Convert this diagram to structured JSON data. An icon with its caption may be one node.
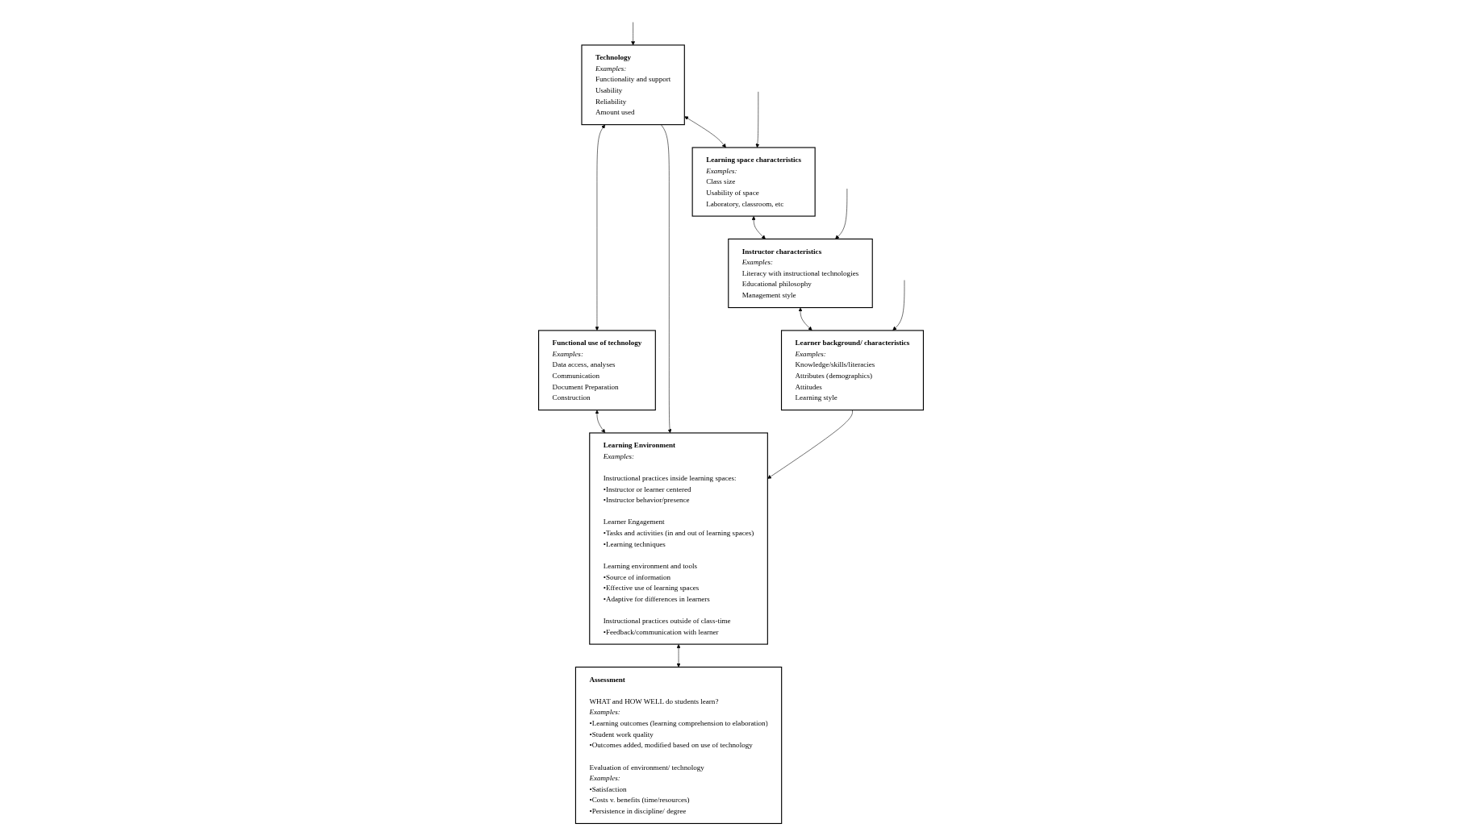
{
  "diagram": {
    "nodes": [
      {
        "text": [
          "Technology",
          "Examples:",
          "Functionality and support",
          "Usability",
          "Reliability",
          "Amount used"
        ]
      },
      {
        "text": [
          "Learning space characteristics",
          "Examples:",
          "Class size",
          "Usability of space",
          "Laboratory, classroom, etc"
        ]
      },
      {
        "text": [
          "Instructor characteristics",
          "Examples:",
          "Literacy with instructional technologies",
          "Educational philosophy",
          "Management style"
        ]
      },
      {
        "text": [
          "Learner background/ characteristics",
          "Examples:",
          "Knowledge/skills/literacies",
          "Attributes (demographics)",
          "Attitudes",
          "Learning style"
        ]
      },
      {
        "text": [
          "Functional use of technology",
          "Examples:",
          "Data access, analyses",
          "Communication",
          "Document Preparation",
          "Construction"
        ]
      },
      {
        "text": [
          "Learning Environment",
          "Examples:",
          "Instructional practices inside learning spaces:",
          "•Instructor or learner centered",
          "•Instructor behavior/presence",
          "Learner Engagement",
          "•Tasks and activities (in and out of learning spaces)",
          "•Learning techniques",
          "Learning environment and tools",
          "•Source of information",
          "•Effective use of learning spaces",
          "•Adaptive for differences in learners",
          "Instructional practices outside of class-time",
          "•Feedback/communication with learner"
        ]
      },
      {
        "text": [
          "Assessment",
          "WHAT and HOW WELL do students learn?",
          "Examples:",
          "•Learning outcomes (learning comprehension to elaboration)",
          "•Student work quality",
          "•Outcomes added, modified based on use of technology",
          "Evaluation of environment/ technology",
          "Examples:",
          "•Satisfaction",
          "•Costs v. benefits (time/resources)",
          "•Persistence in discipline/ degree"
        ]
      }
    ],
    "edges": [
      {
        "from": 0,
        "to": 4,
        "arrow": "both"
      },
      {
        "from": 0,
        "to": 1,
        "arrow": "both"
      },
      {
        "from": 1,
        "to": 2,
        "arrow": "both"
      },
      {
        "from": 2,
        "to": 3,
        "arrow": "both"
      },
      {
        "from": 4,
        "to": 5,
        "arrow": "both"
      },
      {
        "from": 0,
        "to": 5,
        "arrow": "to"
      },
      {
        "from": 3,
        "to": 5,
        "arrow": "to"
      },
      {
        "from": 5,
        "to": 6,
        "arrow": "both"
      },
      {
        "from": null,
        "to": 0,
        "arrow": "to"
      },
      {
        "from": null,
        "to": 1,
        "arrow": "to"
      },
      {
        "from": null,
        "to": 2,
        "arrow": "to"
      },
      {
        "from": null,
        "to": 3,
        "arrow": "to"
      }
    ]
  }
}
